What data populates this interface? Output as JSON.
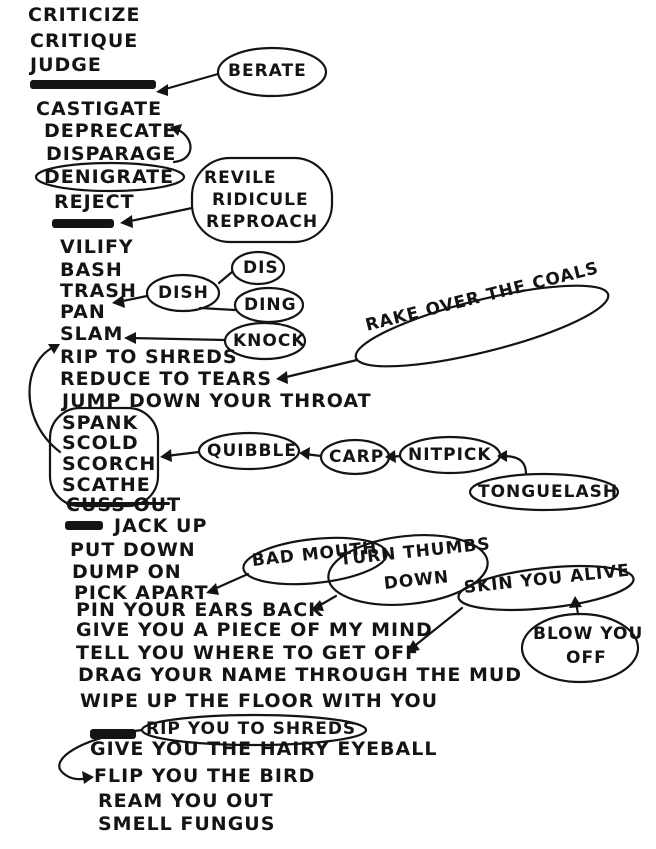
{
  "left_list": [
    "CRITICIZE",
    "CRITIQUE",
    "JUDGE",
    "CASTIGATE",
    "DEPRECATE",
    "DISPARAGE",
    "DENIGRATE",
    "REJECT",
    "VILIFY",
    "BASH",
    "TRASH",
    "PAN",
    "SLAM",
    "RIP TO SHREDS",
    "REDUCE TO TEARS",
    "JUMP DOWN YOUR THROAT",
    "SPANK",
    "SCOLD",
    "SCORCH",
    "SCATHE",
    "CUSS OUT",
    "JACK UP",
    "PUT DOWN",
    "DUMP ON",
    "PICK APART",
    "PIN YOUR EARS BACK",
    "GIVE YOU A PIECE OF MY MIND",
    "TELL YOU WHERE TO GET OFF",
    "DRAG YOUR NAME THROUGH THE MUD",
    "WIPE UP THE FLOOR WITH YOU",
    "RIP YOU TO SHREDS",
    "GIVE YOU THE HAIRY EYEBALL",
    "FLIP YOU THE BIRD",
    "REAM YOU OUT",
    "SMELL FUNGUS"
  ],
  "bubbles": {
    "berate": "BERATE",
    "revile_group": [
      "REVILE",
      "RIDICULE",
      "REPROACH"
    ],
    "dis": "DIS",
    "dish": "DISH",
    "ding": "DING",
    "knock": "KNOCK",
    "rake": "RAKE OVER THE COALS",
    "quibble": "QUIBBLE",
    "carp": "CARP",
    "nitpick": "NITPICK",
    "tonguelash": "TONGUELASH",
    "bad_mouth": "BAD MOUTH",
    "turn_thumbs": [
      "TURN THUMBS",
      "DOWN"
    ],
    "skin_alive": "SKIN YOU ALIVE",
    "blow_off": [
      "BLOW YOU",
      "OFF"
    ]
  }
}
